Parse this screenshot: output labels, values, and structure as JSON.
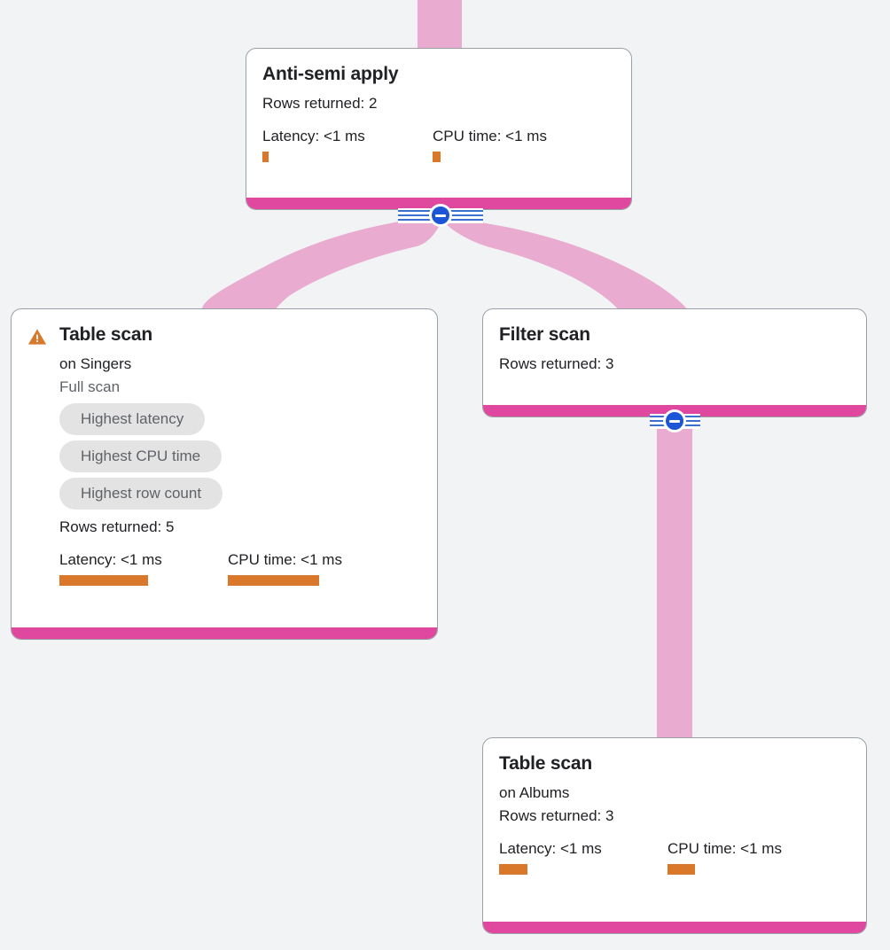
{
  "canvas": {
    "background_color": "#f1f3f4",
    "accent_bar_color": "#e0479e",
    "ribbon_color": "#e9abd0",
    "metric_bar_color": "#d9782a",
    "collapse_button_color": "#1a56d6"
  },
  "nodes": [
    {
      "id": "anti-semi-apply",
      "title": "Anti-semi apply",
      "rows_returned": "Rows returned: 2",
      "latency_label": "Latency: <1 ms",
      "cpu_label": "CPU time: <1 ms",
      "latency_bar_width": 7,
      "cpu_bar_width": 9,
      "warning": false
    },
    {
      "id": "table-scan-singers",
      "title": "Table scan",
      "subtitle": "on Singers",
      "scan_type": "Full scan",
      "chips": [
        "Highest latency",
        "Highest CPU time",
        "Highest row count"
      ],
      "rows_returned": "Rows returned: 5",
      "latency_label": "Latency: <1 ms",
      "cpu_label": "CPU time: <1 ms",
      "latency_bar_width": 100,
      "cpu_bar_width": 103,
      "warning": true,
      "warning_icon": "warning-triangle-icon"
    },
    {
      "id": "filter-scan",
      "title": "Filter scan",
      "rows_returned": "Rows returned: 3",
      "warning": false
    },
    {
      "id": "table-scan-albums",
      "title": "Table scan",
      "subtitle": "on Albums",
      "rows_returned": "Rows returned: 3",
      "latency_label": "Latency: <1 ms",
      "cpu_label": "CPU time: <1 ms",
      "latency_bar_width": 32,
      "cpu_bar_width": 31,
      "warning": false
    }
  ],
  "collapse_buttons": [
    {
      "id": "collapse-anti-semi-apply",
      "icon": "minus-circle-icon",
      "state": "expanded"
    },
    {
      "id": "collapse-filter-scan",
      "icon": "minus-circle-icon",
      "state": "expanded"
    }
  ]
}
